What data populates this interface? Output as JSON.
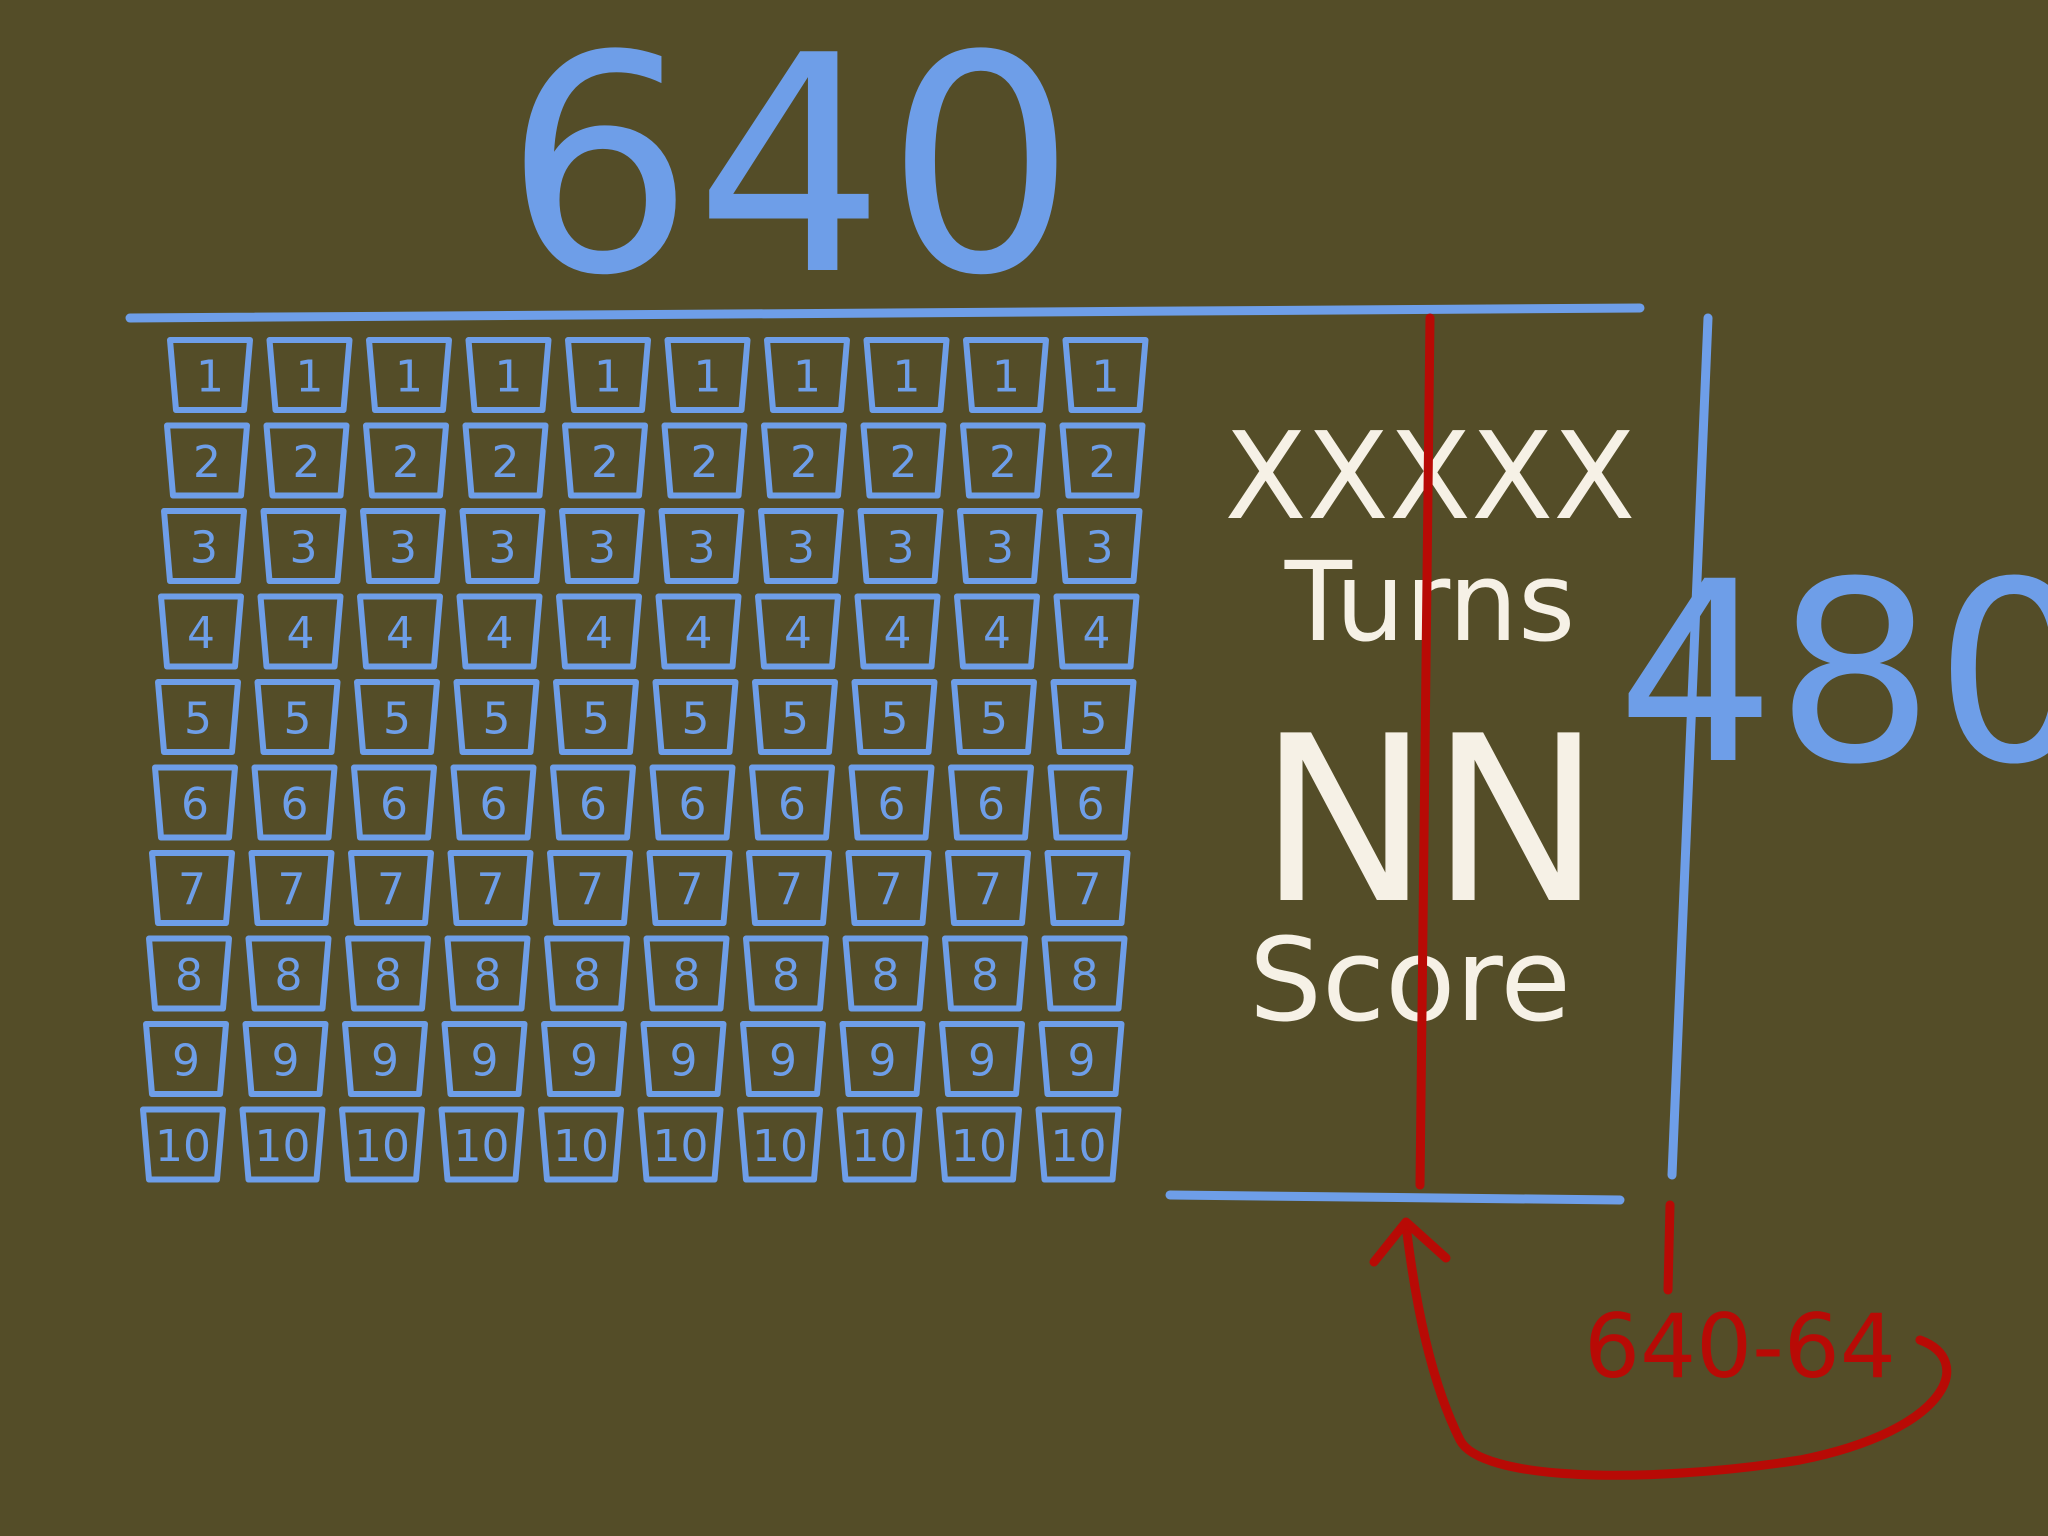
{
  "dimensions": {
    "width_label": "640",
    "height_label": "480",
    "offset_label": "640-64"
  },
  "sidebar": {
    "turns_value": "XXXXX",
    "turns_label": "Turns",
    "score_value": "NN",
    "score_label": "Score"
  },
  "grid": {
    "columns": 10,
    "row_labels": [
      "1",
      "2",
      "3",
      "4",
      "5",
      "6",
      "7",
      "8",
      "9",
      "10"
    ]
  },
  "colors": {
    "background": "#544d28",
    "blue_ink": "#6e9ee8",
    "red_ink": "#b80a05",
    "white_ink": "#f6f1e6"
  }
}
